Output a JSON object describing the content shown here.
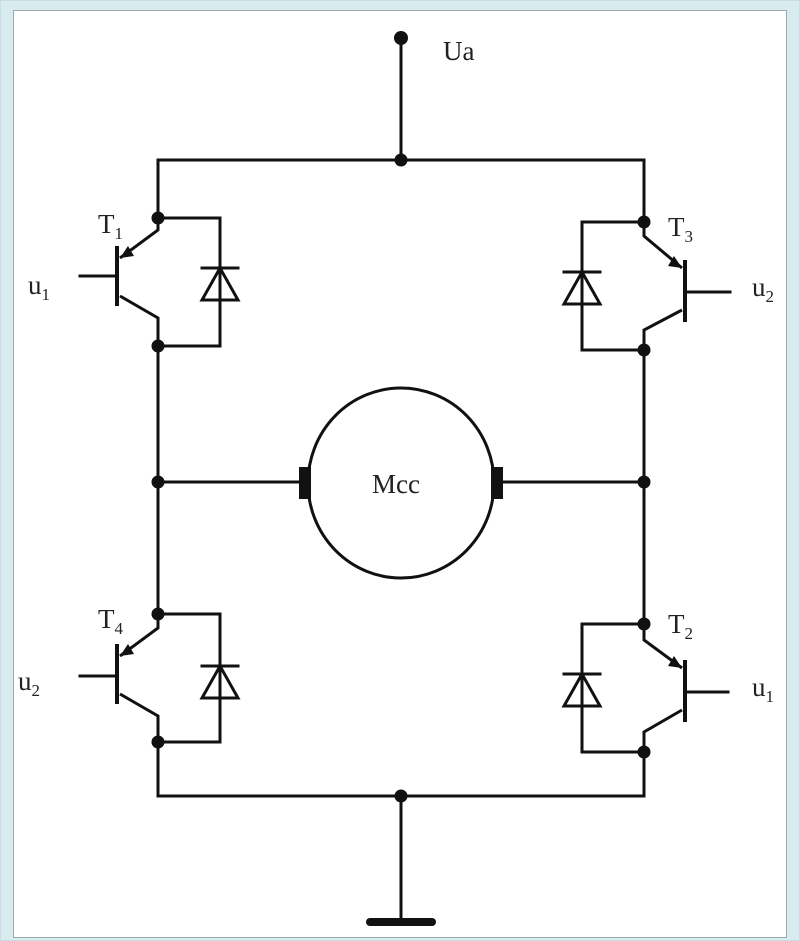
{
  "labels": {
    "supply": "Ua",
    "motor": "Mcc",
    "t1": {
      "main": "T",
      "sub": "1"
    },
    "t2": {
      "main": "T",
      "sub": "2"
    },
    "t3": {
      "main": "T",
      "sub": "3"
    },
    "t4": {
      "main": "T",
      "sub": "4"
    },
    "u1_left": {
      "main": "u",
      "sub": "1"
    },
    "u2_left": {
      "main": "u",
      "sub": "2"
    },
    "u2_right": {
      "main": "u",
      "sub": "2"
    },
    "u1_right": {
      "main": "u",
      "sub": "1"
    }
  },
  "colors": {
    "background": "#d8ecef",
    "panel": "#ffffff",
    "ink": "#111111"
  }
}
